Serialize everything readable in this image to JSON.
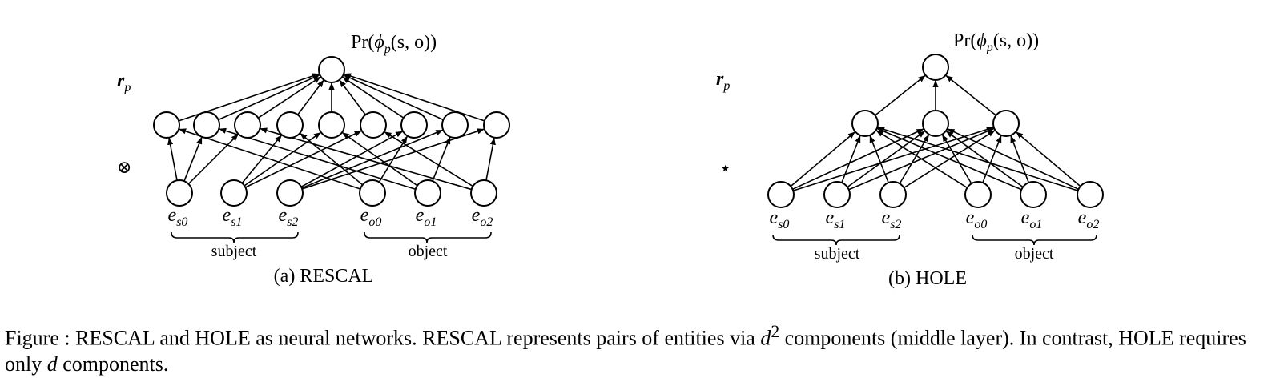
{
  "panels": [
    {
      "id": "rescal",
      "output_label": "Pr(ϕp(s, o))",
      "output_label_parts": {
        "prefix": "Pr(",
        "phi": "ϕ",
        "sub": "p",
        "rest": "(s, o))"
      },
      "rp_label": {
        "main": "r",
        "sub": "p"
      },
      "op_symbol": "⊗",
      "hidden_count": 9,
      "inputs": [
        {
          "main": "e",
          "sub": "s0"
        },
        {
          "main": "e",
          "sub": "s1"
        },
        {
          "main": "e",
          "sub": "s2"
        },
        {
          "main": "e",
          "sub": "o0"
        },
        {
          "main": "e",
          "sub": "o1"
        },
        {
          "main": "e",
          "sub": "o2"
        }
      ],
      "subject_label": "subject",
      "object_label": "object",
      "title": "(a) RESCAL"
    },
    {
      "id": "hole",
      "output_label": "Pr(ϕp(s, o))",
      "output_label_parts": {
        "prefix": "Pr(",
        "phi": "ϕ",
        "sub": "p",
        "rest": "(s, o))"
      },
      "rp_label": {
        "main": "r",
        "sub": "p"
      },
      "op_symbol": "⋆",
      "hidden_count": 3,
      "inputs": [
        {
          "main": "e",
          "sub": "s0"
        },
        {
          "main": "e",
          "sub": "s1"
        },
        {
          "main": "e",
          "sub": "s2"
        },
        {
          "main": "e",
          "sub": "o0"
        },
        {
          "main": "e",
          "sub": "o1"
        },
        {
          "main": "e",
          "sub": "o2"
        }
      ],
      "subject_label": "subject",
      "object_label": "object",
      "title": "(b) HOLE"
    }
  ],
  "caption": {
    "figure_word": "Figure",
    "rescal": "RESCAL",
    "hole": "HOLE",
    "text_1": " : ",
    "text_2": " and ",
    "text_3": " as neural networks. ",
    "text_4": " represents pairs of entities via ",
    "d": "d",
    "sup": "2",
    "text_5": " components (middle layer). In contrast, ",
    "text_6": " requires only ",
    "text_7": " components."
  },
  "colors": {
    "stroke": "#000000",
    "node_fill": "#ffffff"
  }
}
